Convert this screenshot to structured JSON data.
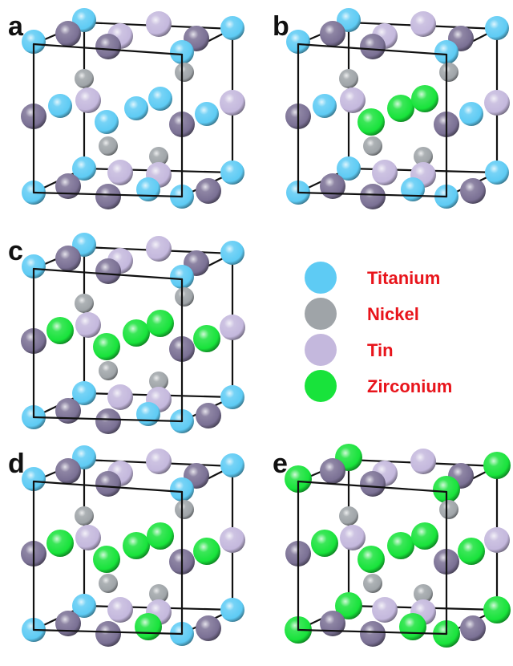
{
  "colors": {
    "Ti": "#5ecbf4",
    "Ni": "#9fa4a8",
    "Sn_light": "#c4b8dd",
    "Sn_dark": "#7a7094",
    "Zr": "#18e33b",
    "legend_text": "#e8141b",
    "frame": "#111111"
  },
  "legend": [
    {
      "label": "Titanium",
      "color": "#5ecbf4"
    },
    {
      "label": "Nickel",
      "color": "#9fa4a8"
    },
    {
      "label": "Tin",
      "color": "#c4b8dd"
    },
    {
      "label": "Zirconium",
      "color": "#18e33b"
    }
  ],
  "panels": [
    {
      "label": "a",
      "zr_variant": 0
    },
    {
      "label": "b",
      "zr_variant": 1
    },
    {
      "label": "c",
      "zr_variant": 2
    },
    {
      "label": "d",
      "zr_variant": 3
    },
    {
      "label": "e",
      "zr_variant": 4
    }
  ]
}
